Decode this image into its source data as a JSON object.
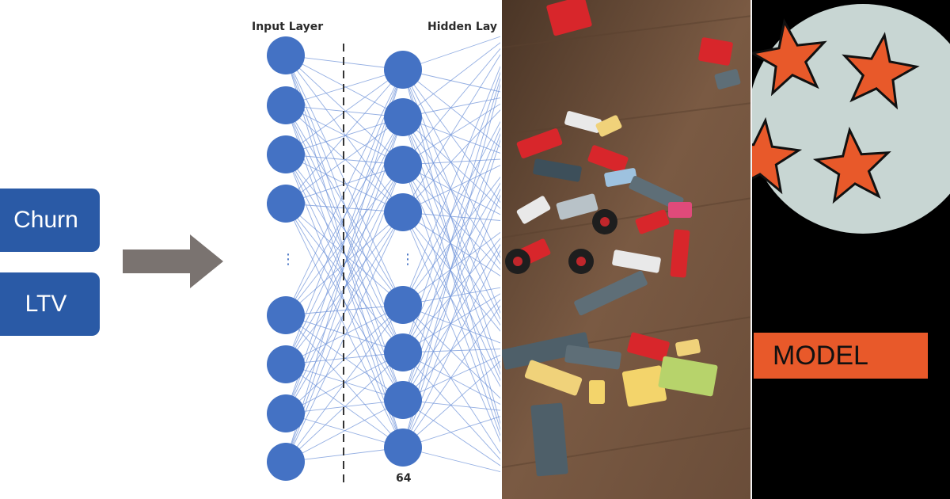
{
  "left_boxes": {
    "churn": "Churn",
    "ltv": "LTV"
  },
  "network": {
    "input_layer_title": "Input Layer",
    "hidden_layer_title": "Hidden Lay",
    "hidden_count_label": "64",
    "ellipsis": "⋮"
  },
  "model_label": "MODEL",
  "colors": {
    "box_blue": "#2a5aa6",
    "node_blue": "#4472c4",
    "edge_blue": "#6f93d9",
    "arrow_gray": "#7a7370",
    "star_orange": "#e8592a",
    "circle_gray": "#c8d6d3"
  },
  "icons": [
    "arrow-right-icon",
    "star-icon"
  ]
}
